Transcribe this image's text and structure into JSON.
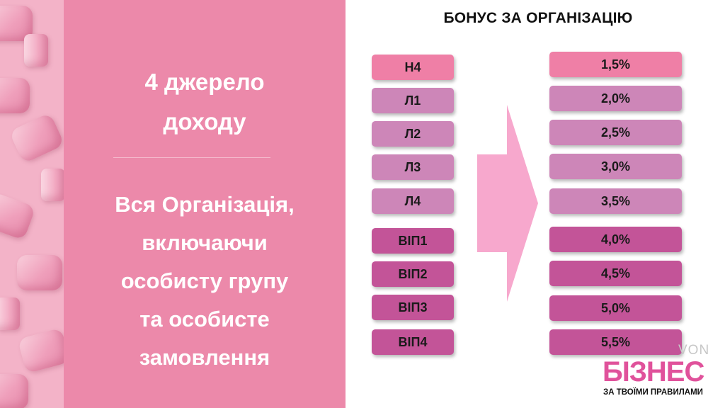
{
  "left_panel": {
    "headline": [
      "4 джерело",
      "доходу"
    ],
    "body": [
      "Вся Організація,",
      "включаючи",
      "особисту групу",
      "та особисте",
      "замовлення"
    ]
  },
  "right_panel": {
    "title": "БОНУС ЗА ОРГАНІЗАЦІЮ",
    "rows": [
      {
        "level": "Н4",
        "bonus": "1,5%",
        "color": "#ef7fa6"
      },
      {
        "level": "Л1",
        "bonus": "2,0%",
        "color": "#cd86b8"
      },
      {
        "level": "Л2",
        "bonus": "2,5%",
        "color": "#cd86b8"
      },
      {
        "level": "Л3",
        "bonus": "3,0%",
        "color": "#cd86b8"
      },
      {
        "level": "Л4",
        "bonus": "3,5%",
        "color": "#cd86b8"
      },
      {
        "level": "ВІП1",
        "bonus": "4,0%",
        "color": "#c35498"
      },
      {
        "level": "ВІП2",
        "bonus": "4,5%",
        "color": "#c35498"
      },
      {
        "level": "ВІП3",
        "bonus": "5,0%",
        "color": "#c35498"
      },
      {
        "level": "ВІП4",
        "bonus": "5,5%",
        "color": "#c35498"
      }
    ]
  },
  "logo": {
    "top": "VON",
    "main": "БІЗНЕС",
    "tagline": "ЗА ТВОЇМИ ПРАВИЛАМИ"
  },
  "colors": {
    "panel": "#ec89aa",
    "arrow": "#f7a8cd",
    "logo": "#e0529b"
  }
}
